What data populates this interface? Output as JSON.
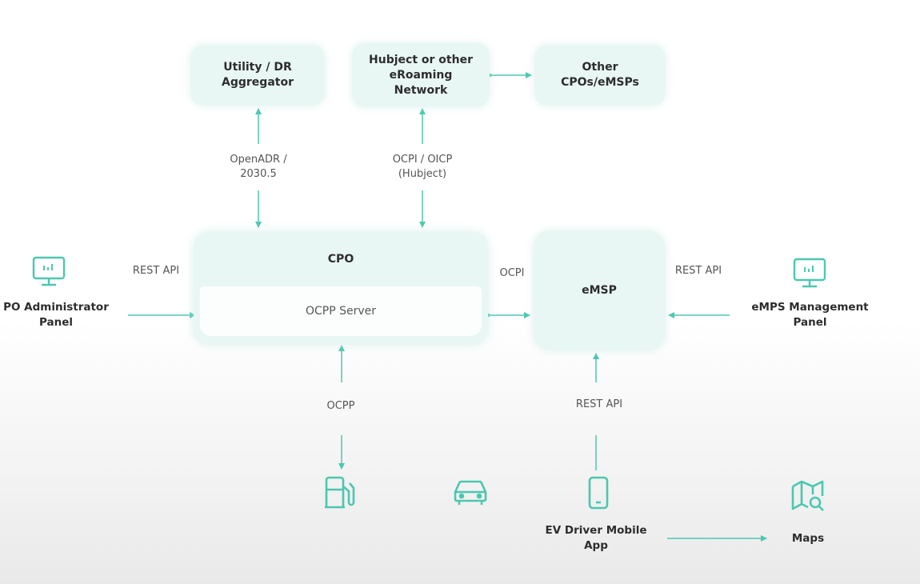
{
  "nodes": {
    "utility": "Utility / DR Aggregator",
    "hubject": "Hubject or other eRoaming Network",
    "other_cpos": "Other CPOs/eMSPs",
    "cpo": "CPO",
    "ocpp_server": "OCPP Server",
    "emsp": "eMSP",
    "cpo_admin_panel": "PO Administrator Panel",
    "emps_panel": "eMPS Management Panel",
    "ev_driver_app": "EV Driver Mobile App",
    "maps": "Maps"
  },
  "edges": {
    "openadr": "OpenADR / 2030.5",
    "ocpi_oicp": "OCPI / OICP (Hubject)",
    "rest_api_left": "REST API",
    "ocpi": "OCPI",
    "rest_api_right": "REST API",
    "ocpp": "OCPP",
    "rest_api_bottom": "REST API"
  },
  "colors": {
    "accent": "#4cc7b0",
    "box_fill": "#e9f7f4"
  },
  "icons": [
    "monitor-icon",
    "fuel-pump-icon",
    "car-icon",
    "mobile-phone-icon",
    "map-icon"
  ]
}
